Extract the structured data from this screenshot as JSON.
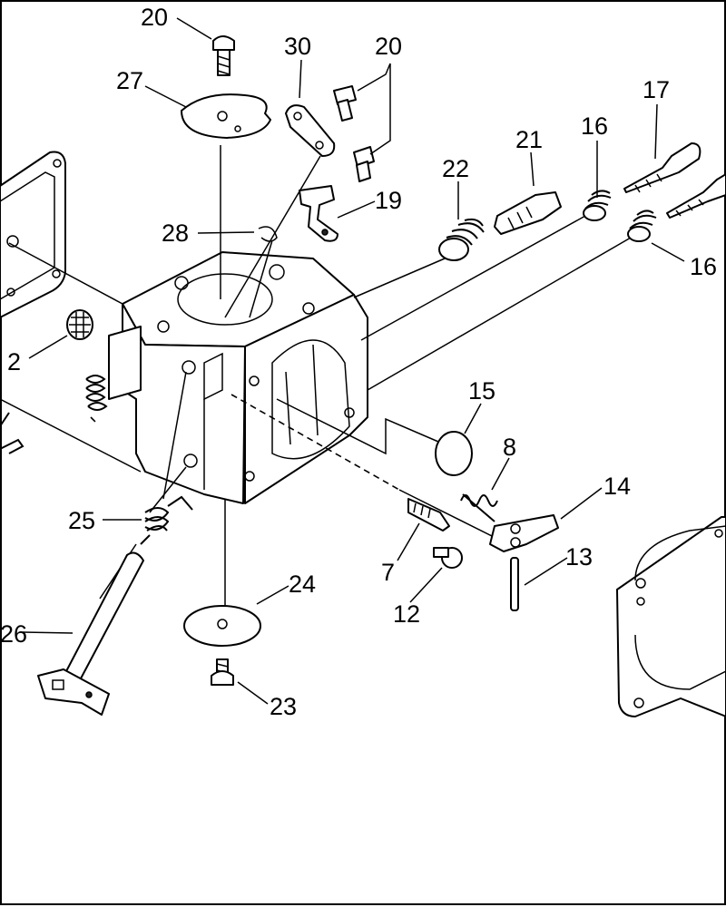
{
  "labels": {
    "l20a": "20",
    "l30": "30",
    "l20b": "20",
    "l27": "27",
    "l17": "17",
    "l16a": "16",
    "l21": "21",
    "l22": "22",
    "l19": "19",
    "l28": "28",
    "l16b": "16",
    "l2": "2",
    "l15": "15",
    "l8": "8",
    "l14": "14",
    "l25": "25",
    "l13": "13",
    "l7": "7",
    "l24": "24",
    "l12": "12",
    "l26": "26",
    "l23": "23"
  },
  "colors": {
    "ink": "#000000",
    "paper": "#ffffff"
  }
}
